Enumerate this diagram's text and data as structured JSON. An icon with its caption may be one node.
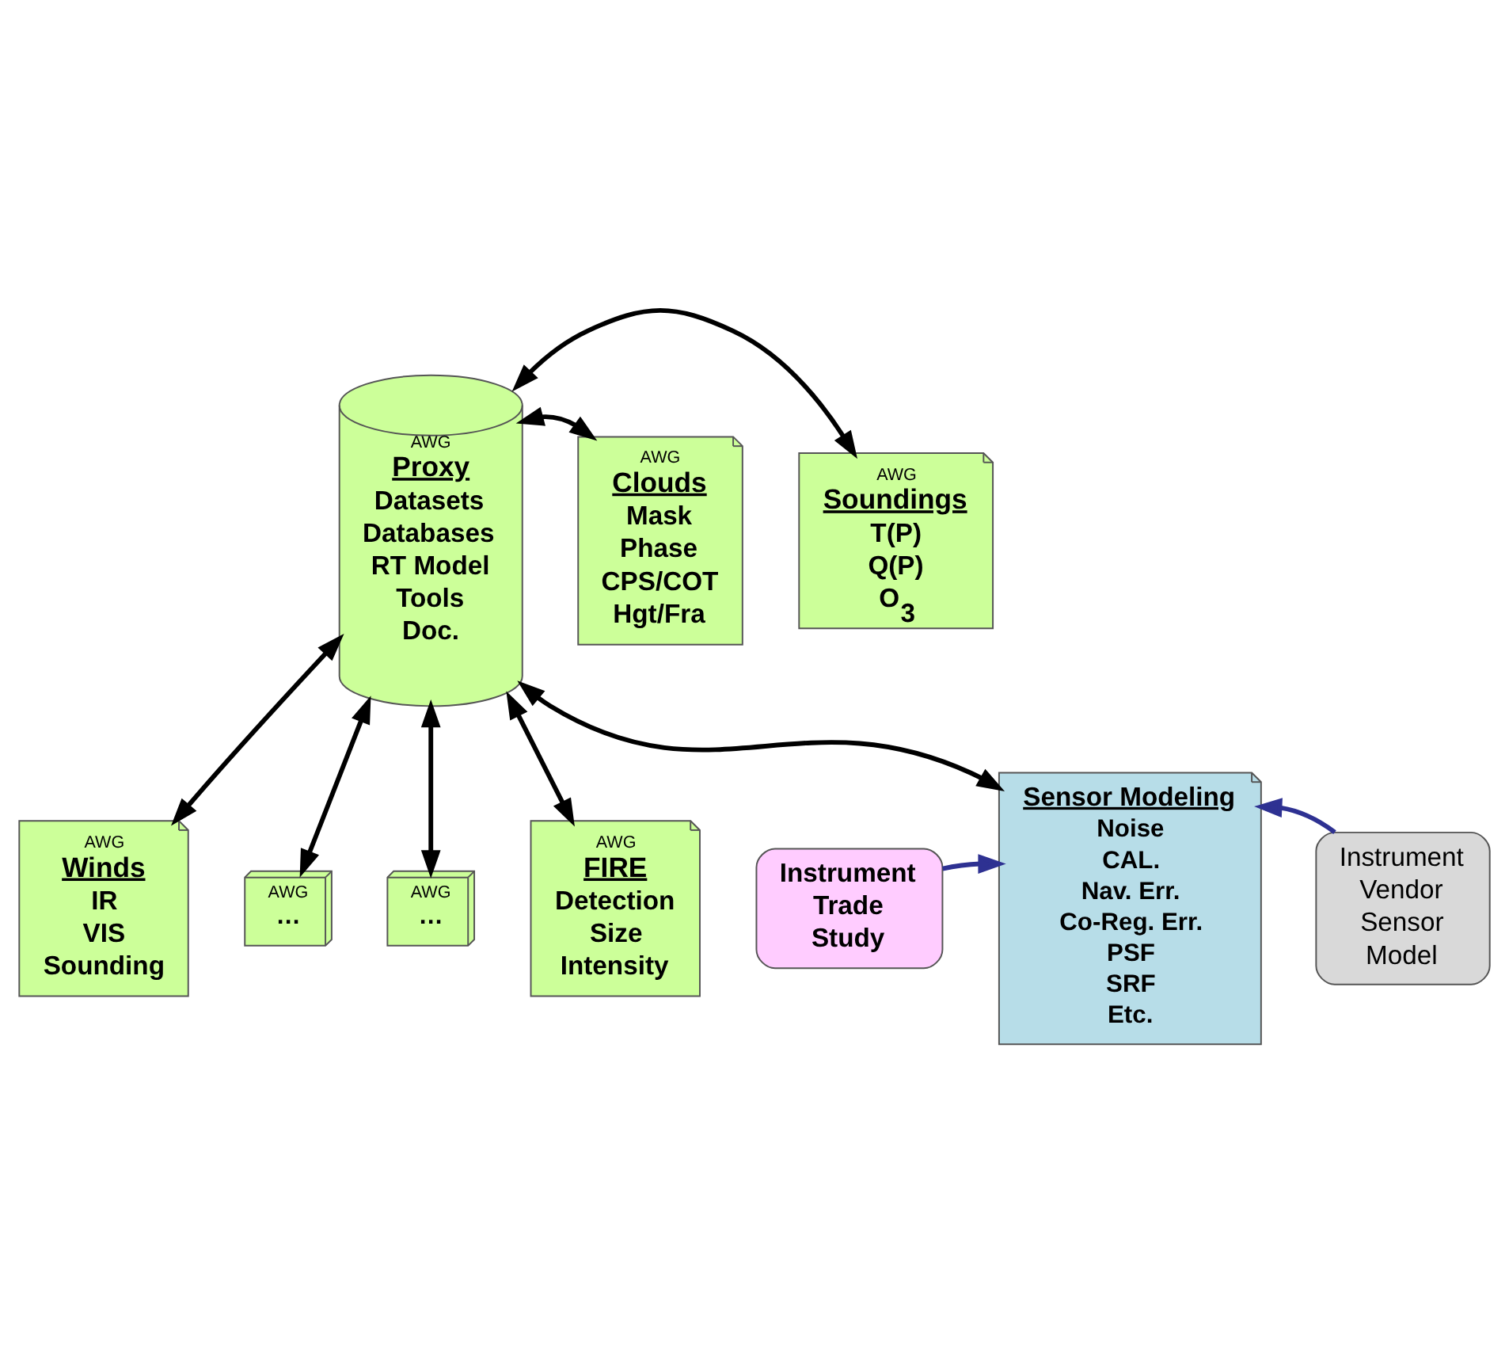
{
  "diagram": {
    "nodes": [
      {
        "text": [
          "AWG",
          "Proxy",
          "Datasets Databases RT Model Tools Doc."
        ]
      },
      {
        "text": [
          "AWG",
          "Soundings",
          "T(P) Q(P) O$_{3}$"
        ]
      },
      {
        "text": [
          "AWG",
          "Clouds",
          "Mask Phase CPS/COT Hgt/Fra"
        ]
      },
      {
        "text": [
          "AWG",
          "Winds",
          "IR VIS Sounding"
        ]
      },
      {
        "text": [
          "AWG",
          "…"
        ]
      },
      {
        "text": [
          "Sensor Modeling",
          "Noise CAL. Nav. Err. Co-Reg. Err. PSF SRF Etc."
        ]
      },
      {
        "text": [
          "AWG",
          "…"
        ]
      },
      {
        "text": [
          "AWG",
          "FIRE",
          "Detection Size Intensity"
        ]
      },
      {
        "text": [
          "Instrument Trade Study"
        ]
      },
      {
        "text": [
          "Instrument Vendor Sensor Model"
        ]
      }
    ],
    "edges": [
      {
        "from": 0,
        "to": 1,
        "arrow": "both"
      },
      {
        "from": 0,
        "to": 2,
        "arrow": "both"
      },
      {
        "from": 0,
        "to": 3,
        "arrow": "both"
      },
      {
        "from": 0,
        "to": 4,
        "arrow": "both"
      },
      {
        "from": 0,
        "to": 5,
        "arrow": "both"
      },
      {
        "from": 0,
        "to": 6,
        "arrow": "both"
      },
      {
        "from": 0,
        "to": 7,
        "arrow": "both"
      },
      {
        "from": 8,
        "to": 5,
        "arrow": "to",
        "color": "#2e3192"
      },
      {
        "from": 9,
        "to": 5,
        "arrow": "to",
        "color": "#2e3192"
      }
    ]
  }
}
